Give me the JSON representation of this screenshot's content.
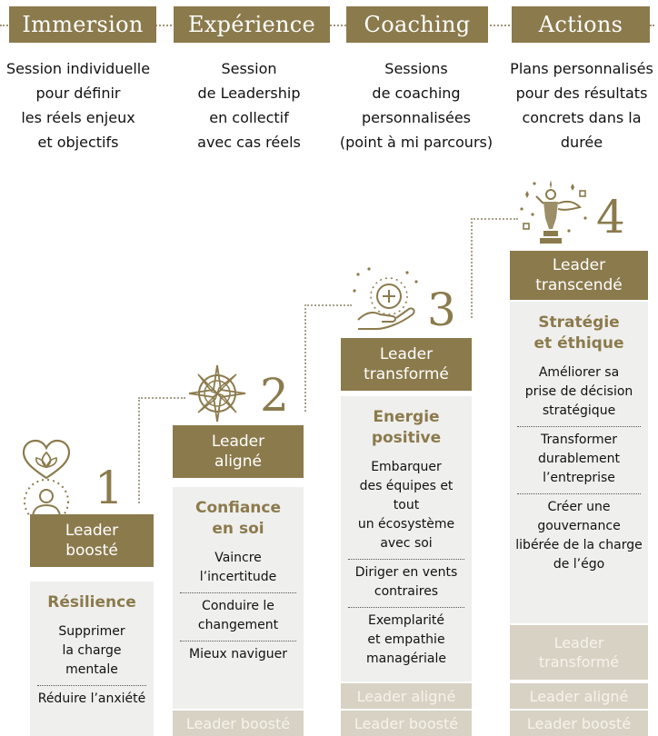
{
  "header": {
    "steps": [
      {
        "label": "Immersion",
        "description": [
          "Session individuelle",
          "pour définir",
          "les réels enjeux",
          "et objectifs"
        ]
      },
      {
        "label": "Expérience",
        "description": [
          "Session",
          "de Leadership",
          "en collectif",
          "avec cas réels"
        ]
      },
      {
        "label": "Coaching",
        "description": [
          "Sessions",
          "de coaching",
          "personnalisées",
          "(point à mi parcours)"
        ]
      },
      {
        "label": "Actions",
        "description": [
          "Plans personnalisés",
          "pour des résultats",
          "concrets dans la",
          "durée"
        ]
      }
    ]
  },
  "levels": [
    {
      "number": "1",
      "name": [
        "Leader",
        "boosté"
      ],
      "title": [
        "Résilience"
      ],
      "items": [
        [
          "Supprimer",
          "la charge mentale"
        ],
        [
          "Réduire l’anxiété"
        ]
      ],
      "icon": "heart-lotus-person-icon"
    },
    {
      "number": "2",
      "name": [
        "Leader",
        "aligné"
      ],
      "title": [
        "Confiance",
        "en soi"
      ],
      "items": [
        [
          "Vaincre",
          "l’incertitude"
        ],
        [
          "Conduire le",
          "changement"
        ],
        [
          "Mieux naviguer"
        ]
      ],
      "ghosts": [
        [
          "Leader boosté"
        ]
      ],
      "icon": "compass-rose-icon"
    },
    {
      "number": "3",
      "name": [
        "Leader",
        "transformé"
      ],
      "title": [
        "Energie",
        "positive"
      ],
      "items": [
        [
          "Embarquer",
          "des équipes et tout",
          "un écosystème",
          "avec soi"
        ],
        [
          "Diriger en vents",
          "contraires"
        ],
        [
          "Exemplarité",
          "et empathie",
          "managériale"
        ]
      ],
      "ghosts": [
        [
          "Leader aligné"
        ],
        [
          "Leader boosté"
        ]
      ],
      "icon": "hand-plus-icon"
    },
    {
      "number": "4",
      "name": [
        "Leader",
        "transcendé"
      ],
      "title": [
        "Stratégie",
        "et éthique"
      ],
      "items": [
        [
          "Améliorer sa",
          "prise de décision",
          "stratégique"
        ],
        [
          "Transformer",
          "durablement",
          "l’entreprise"
        ],
        [
          "Créer une",
          "gouvernance",
          "libérée de la charge",
          "de  l’égo"
        ]
      ],
      "ghosts": [
        [
          "Leader",
          "transformé"
        ],
        [
          "Leader aligné"
        ],
        [
          "Leader boosté"
        ]
      ],
      "icon": "trophy-figure-icon"
    }
  ],
  "colors": {
    "accent": "#8b7a4c",
    "panel": "#efefed",
    "ghost": "#d8d2c4",
    "dots": "#a7a08c"
  }
}
